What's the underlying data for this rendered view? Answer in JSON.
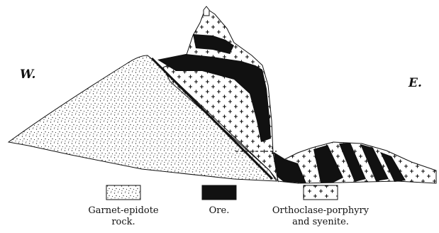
{
  "directions": {
    "west": "W.",
    "east": "E."
  },
  "legend": [
    {
      "pattern": "stipple",
      "line1": "Garnet-epidote",
      "line2": "rock."
    },
    {
      "pattern": "solid",
      "line1": "Ore.",
      "line2": ""
    },
    {
      "pattern": "crosses",
      "line1": "Orthoclase-porphyry",
      "line2": "and syenite."
    }
  ],
  "colors": {
    "ink": "#111111",
    "paper": "#ffffff",
    "stipple": "#333333"
  }
}
